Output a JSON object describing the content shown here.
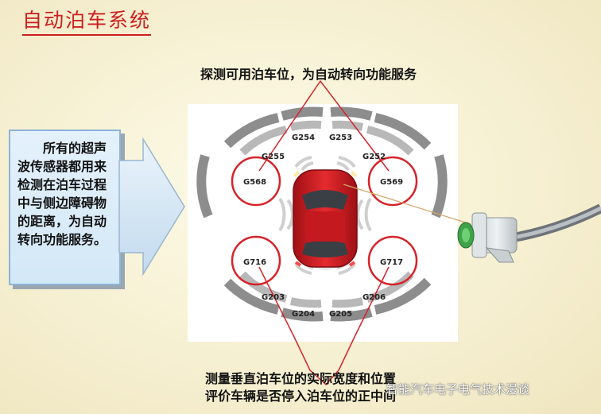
{
  "title": "自动泊车系统",
  "top_caption": "探测可用泊车位，为自动转向功能服务",
  "side_text": "所有的超声波传感器都用来检测在泊车过程中与侧边障碍物的距离，为自动转向功能服务。",
  "bottom_caption": [
    "测量垂直泊车位的实际宽度和位置",
    "评价车辆是否停入泊车位的正中间"
  ],
  "watermark": "智能汽车电子电气技术漫谈",
  "sensors": {
    "g254": "G254",
    "g253": "G253",
    "g255": "G255",
    "g252": "G252",
    "g568": "G568",
    "g569": "G569",
    "g716": "G716",
    "g717": "G717",
    "g203": "G203",
    "g206": "G206",
    "g204": "G204",
    "g205": "G205"
  },
  "colors": {
    "title": "#cc1f1f",
    "highlight": "#d6232a",
    "car": "#d11f24",
    "arrow": "#cfe3f3"
  }
}
